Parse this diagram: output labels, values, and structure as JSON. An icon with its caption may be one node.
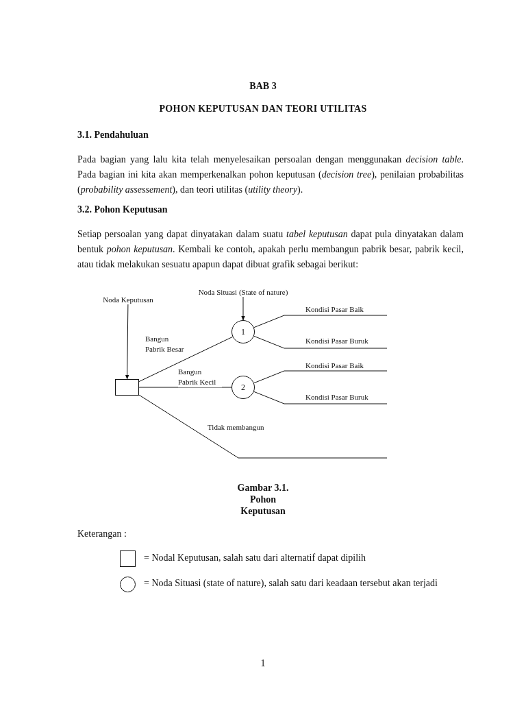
{
  "diagram": {
    "title": "POHON KEPUTUSAN DAN TEORI UTILITAS",
    "caption": "Gambar 3.1. Pohon Keputusan",
    "nodes": [
      {
        "text": [
          "Noda Keputusan"
        ]
      },
      {
        "text": [
          "Noda Situasi (State of nature)"
        ]
      },
      {
        "text": [],
        "shape": "box"
      },
      {
        "text": [
          "1"
        ]
      },
      {
        "text": [
          "2"
        ]
      }
    ],
    "edges": [
      {
        "from": 0,
        "to": 2,
        "arrow": "to"
      },
      {
        "from": 1,
        "to": 3,
        "arrow": "to"
      },
      {
        "from": 2,
        "to": 3,
        "arrow": "none",
        "label": "Bangun Pabrik Besar"
      },
      {
        "from": 2,
        "to": 4,
        "arrow": "none",
        "label": "Bangun Pabrik Kecil"
      },
      {
        "from": 2,
        "to": null,
        "arrow": "none",
        "label": "Tidak membangun"
      },
      {
        "from": 3,
        "to": null,
        "arrow": "none",
        "label": "Kondisi Pasar Baik"
      },
      {
        "from": 3,
        "to": null,
        "arrow": "none",
        "label": "Kondisi Pasar Buruk"
      },
      {
        "from": 4,
        "to": null,
        "arrow": "none",
        "label": "Kondisi Pasar Baik"
      },
      {
        "from": 4,
        "to": null,
        "arrow": "none",
        "label": "Kondisi Pasar Buruk"
      }
    ],
    "labels": [
      "BAB 3",
      "3.1. Pendahuluan",
      "Pada bagian yang lalu kita telah menyelesaikan persoalan dengan menggunakan *decision table*. Pada bagian ini kita akan memperkenalkan pohon keputusan (*decision tree*), penilaian probabilitas (*probability assessement*), dan teori utilitas (*utility theory*).",
      "3.2. Pohon Keputusan",
      "Setiap persoalan yang dapat dinyatakan dalam suatu *tabel keputusan* dapat pula dinyatakan dalam bentuk *pohon keputusan*. Kembali ke contoh, apakah perlu membangun pabrik besar, pabrik kecil, atau tidak melakukan sesuatu apapun dapat dibuat grafik sebagai berikut:",
      "Keterangan :",
      "1"
    ],
    "legend": [
      {
        "text": "= Nodal Keputusan, salah satu dari alternatif dapat dipilih"
      },
      {
        "text": "= Noda Situasi (state of nature), salah satu dari keadaan tersebut akan terjadi"
      }
    ]
  }
}
